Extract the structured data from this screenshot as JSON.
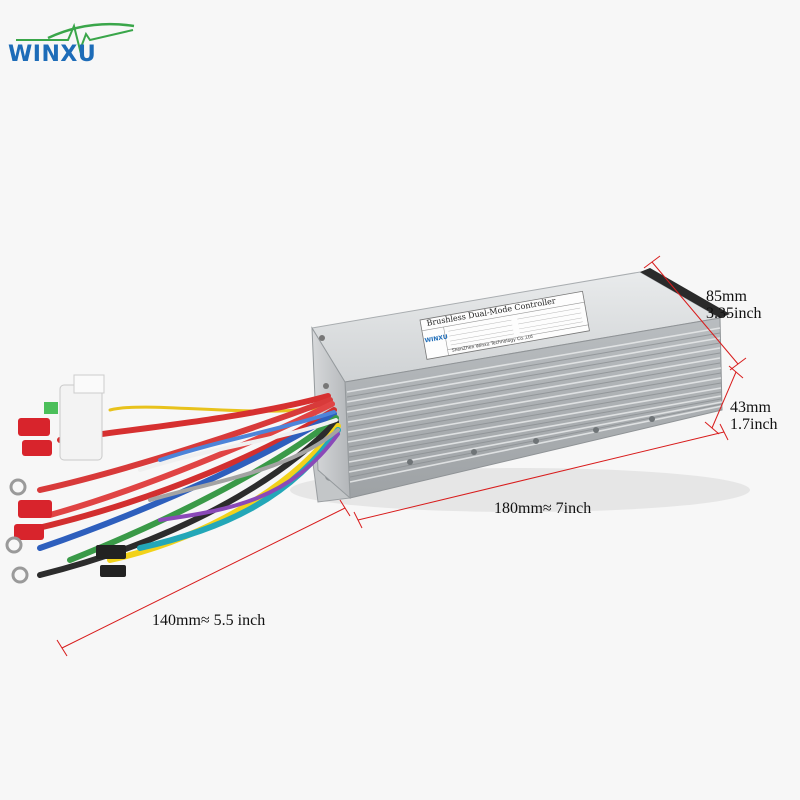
{
  "brand": {
    "name": "WINXU",
    "label_logo": "WINXU"
  },
  "product_label": {
    "title": "Brushless Dual-Mode Controller",
    "manufacturer": "ShenZhen Winxu Technology Co.,Ltd"
  },
  "dimensions": {
    "height_mm": "85mm",
    "height_in": "3.35inch",
    "depth_mm": "43mm",
    "depth_in": "1.7inch",
    "length": "180mm≈ 7inch",
    "cable_length": "140mm≈ 5.5 inch"
  },
  "colors": {
    "dimension_line": "#d81c1c",
    "logo_blue": "#1d6cb8",
    "logo_green": "#3aa64a",
    "housing": "#c9cccf"
  }
}
